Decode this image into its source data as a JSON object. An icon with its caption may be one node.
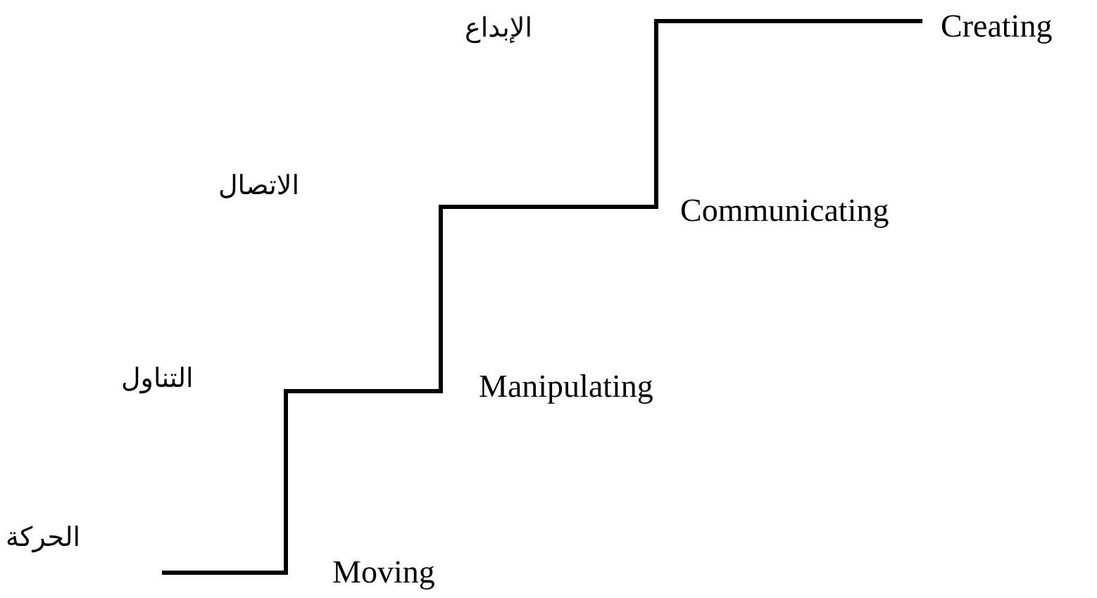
{
  "diagram": {
    "labels": [
      "الإبداع",
      "Creating",
      "الاتصال",
      "Communicating",
      "التناول",
      "Manipulating",
      "الحركة",
      "Moving"
    ]
  }
}
